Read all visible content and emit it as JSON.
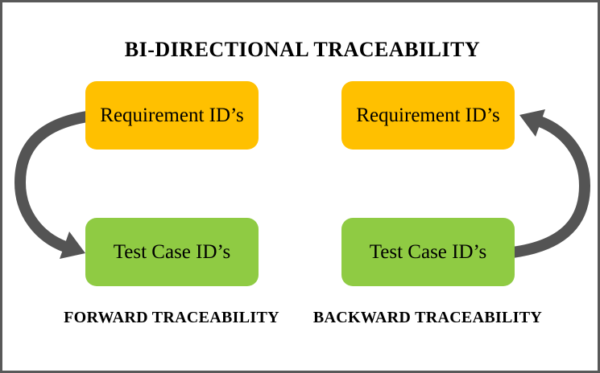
{
  "title": "BI-DIRECTIONAL TRACEABILITY",
  "forward": {
    "top_box": "Requirement ID’s",
    "bottom_box": "Test Case ID’s",
    "caption": "FORWARD TRACEABILITY"
  },
  "backward": {
    "top_box": "Requirement ID’s",
    "bottom_box": "Test Case ID’s",
    "caption": "BACKWARD TRACEABILITY"
  },
  "colors": {
    "requirement_box": "#FFC000",
    "testcase_box": "#8FCB43",
    "arrow": "#545454",
    "frame_border": "#595959",
    "text": "#000000"
  }
}
